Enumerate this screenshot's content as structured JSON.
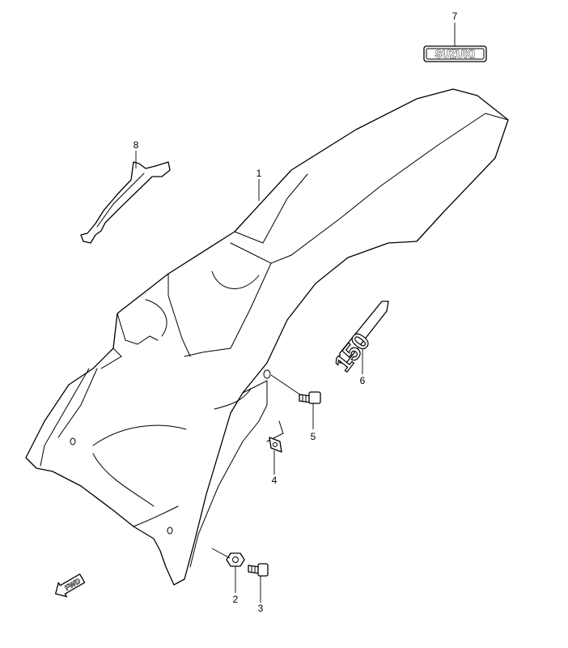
{
  "callouts": [
    {
      "id": "1",
      "label": "1"
    },
    {
      "id": "2",
      "label": "2"
    },
    {
      "id": "3",
      "label": "3"
    },
    {
      "id": "4",
      "label": "4"
    },
    {
      "id": "5",
      "label": "5"
    },
    {
      "id": "6",
      "label": "6"
    },
    {
      "id": "7",
      "label": "7"
    },
    {
      "id": "8",
      "label": "8"
    }
  ],
  "emblem": {
    "text": "SUZUKI"
  },
  "decal": {
    "text": "150"
  },
  "direction": {
    "text": "FWD"
  }
}
